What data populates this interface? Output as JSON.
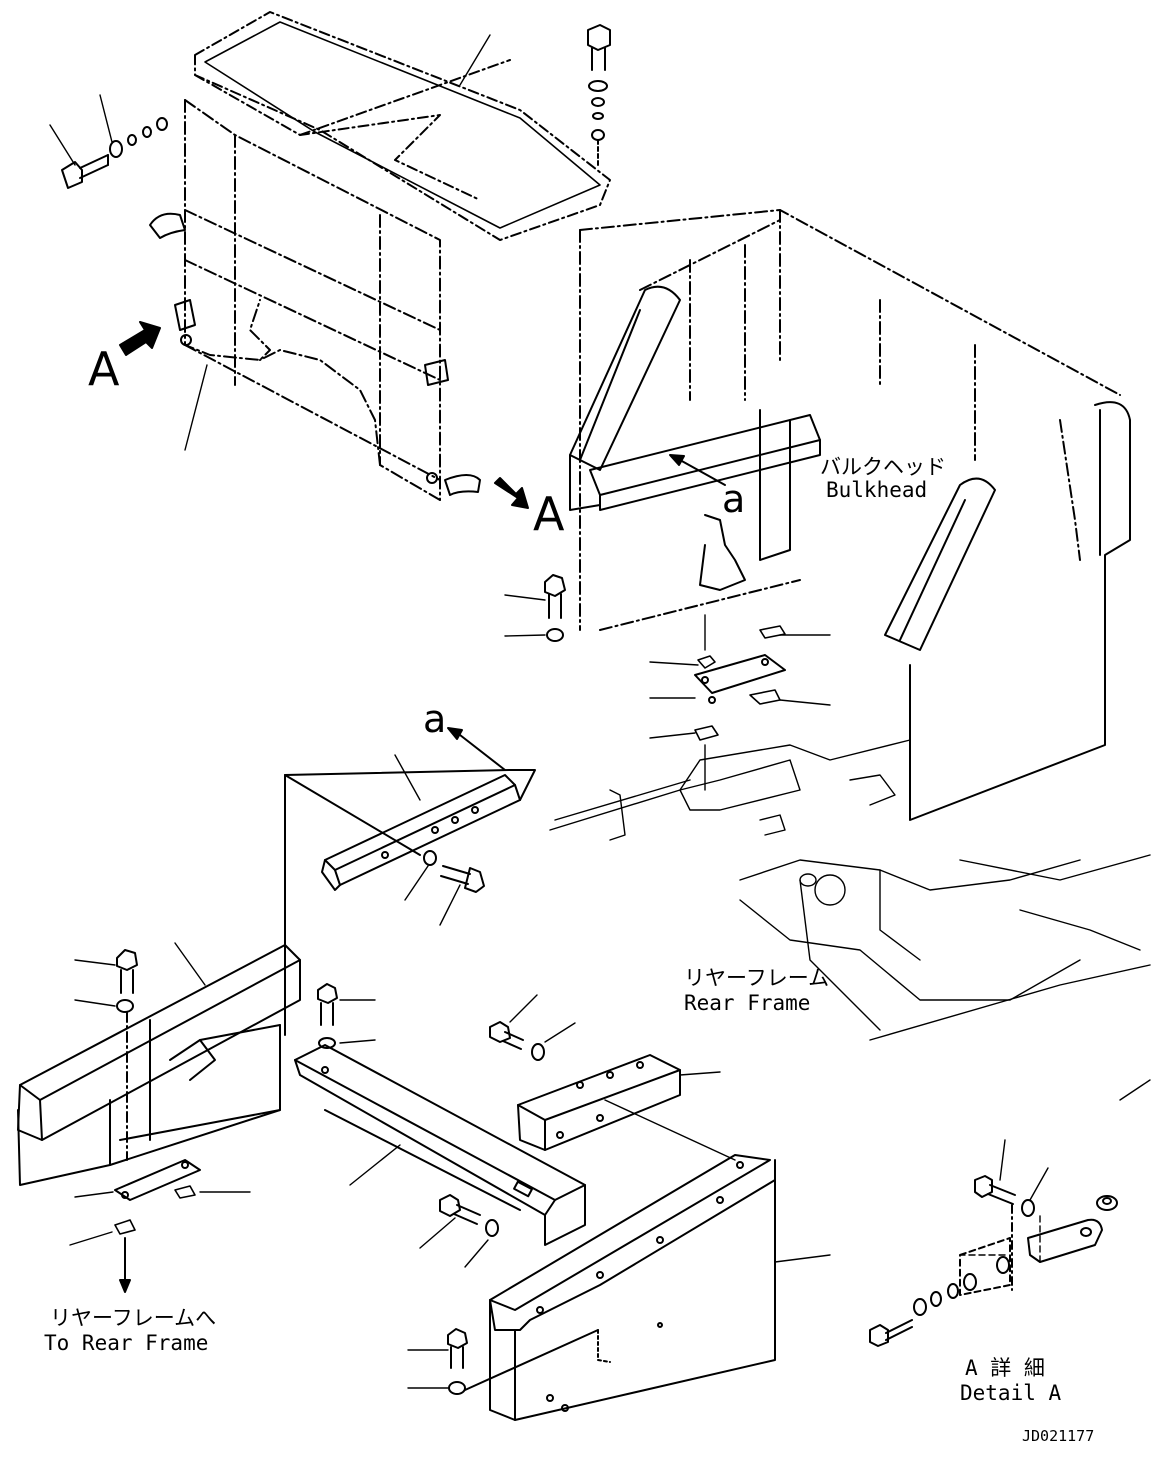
{
  "view_labels": {
    "view_a": "A",
    "view_a_second": "A",
    "ref_a_upper": "a",
    "ref_a_lower": "a"
  },
  "callouts": {
    "bulkhead_ja": "バルクヘッド",
    "bulkhead_en": "Bulkhead",
    "rear_frame_ja": "リヤーフレーム",
    "rear_frame_en": "Rear Frame",
    "to_rear_frame_ja": "リヤーフレームへ",
    "to_rear_frame_en": "To Rear Frame",
    "detail_a_ja": "A 詳 細",
    "detail_a_en": "Detail A"
  },
  "drawing_number": "JD021177"
}
